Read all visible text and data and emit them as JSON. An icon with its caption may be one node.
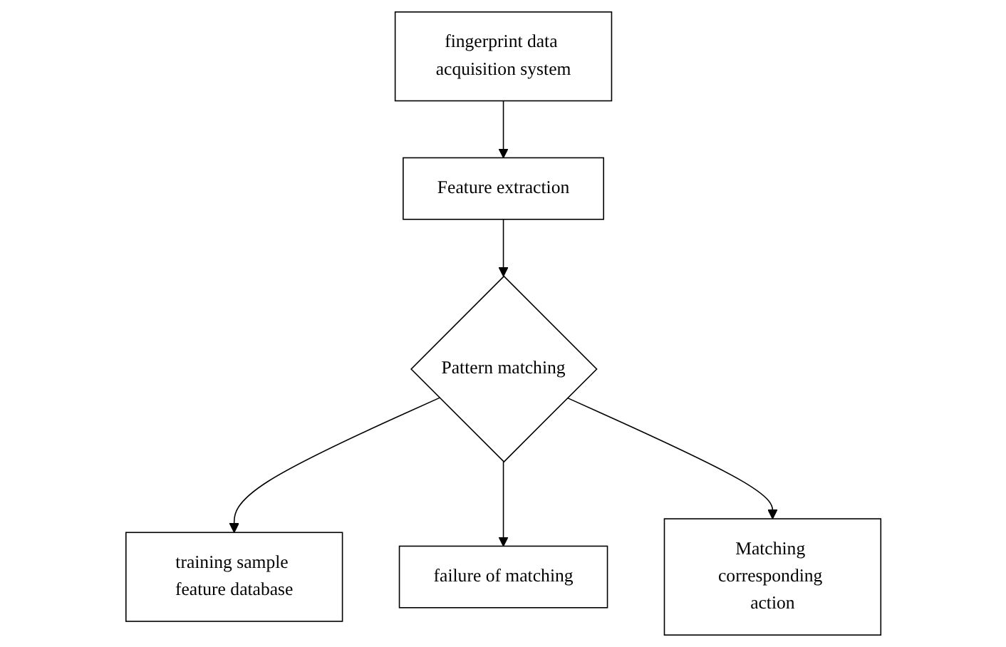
{
  "diagram": {
    "nodes": [
      {
        "text": [
          "fingerprint data acquisition system"
        ]
      },
      {
        "text": [
          "Feature extraction"
        ]
      },
      {
        "text": [
          "Pattern matching"
        ]
      },
      {
        "text": [
          "training sample feature database"
        ]
      },
      {
        "text": [
          "failure of matching"
        ]
      },
      {
        "text": [
          "Matching corresponding action"
        ]
      }
    ],
    "edges": [
      {
        "from": 0,
        "to": 1,
        "arrow": "to"
      },
      {
        "from": 1,
        "to": 2,
        "arrow": "to"
      },
      {
        "from": 2,
        "to": 3,
        "arrow": "to"
      },
      {
        "from": 2,
        "to": 4,
        "arrow": "to"
      },
      {
        "from": 2,
        "to": 5,
        "arrow": "to"
      }
    ]
  }
}
